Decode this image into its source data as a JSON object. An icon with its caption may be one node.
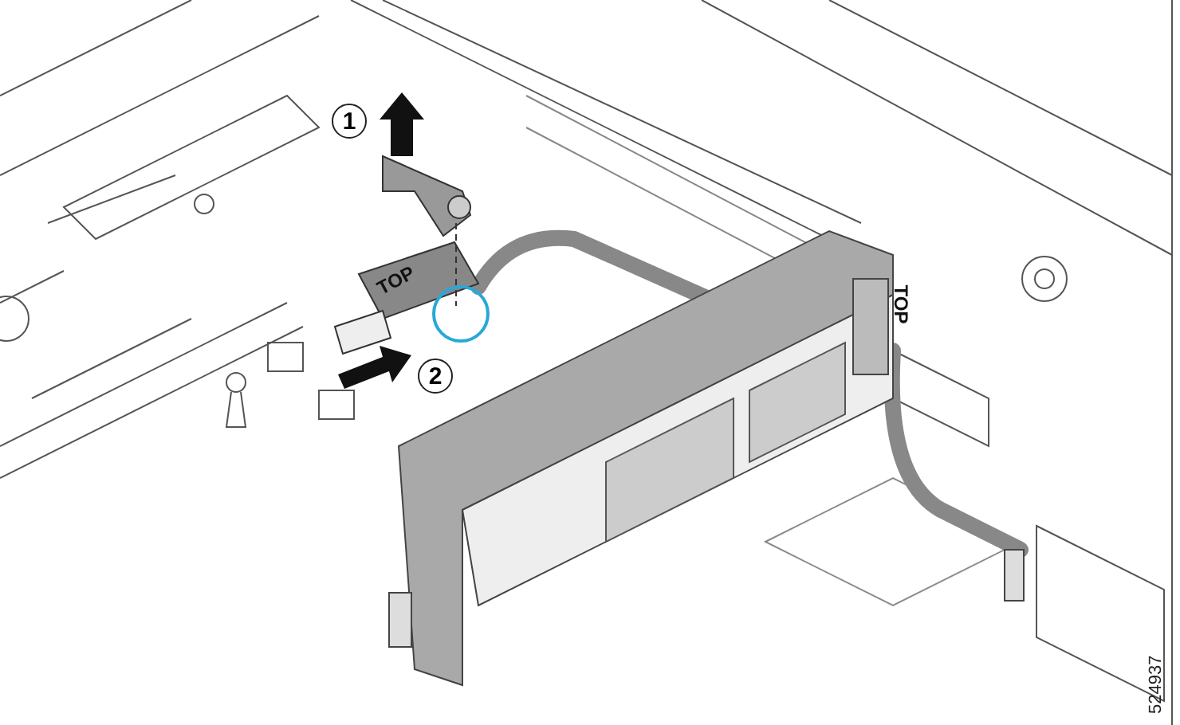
{
  "diagram": {
    "labels": [
      "1",
      "TOP",
      "TOP",
      "2",
      "524937"
    ]
  }
}
